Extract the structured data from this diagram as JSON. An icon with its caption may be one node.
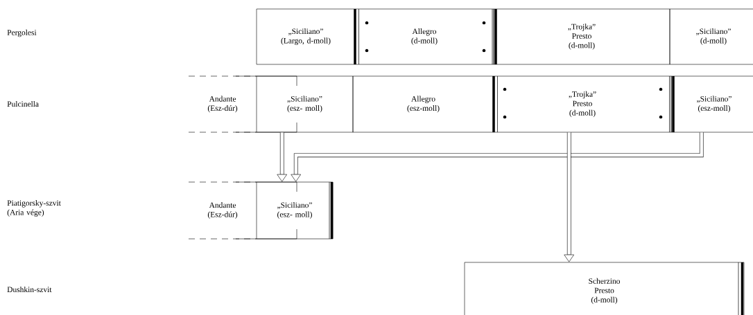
{
  "diagram": {
    "nodes": [
      {
        "text": [
          "„Siciliano” (Largo, d-moll)"
        ]
      },
      {
        "text": [
          "Allegro (d-moll)"
        ]
      },
      {
        "text": [
          "„Trojka” Presto (d-moll)"
        ]
      },
      {
        "text": [
          "„Siciliano” (d-moll)"
        ]
      },
      {
        "text": [
          "Andante (Esz-dúr)"
        ]
      },
      {
        "text": [
          "„Siciliano” (esz- moll)"
        ]
      },
      {
        "text": [
          "Allegro (esz-moll)"
        ]
      },
      {
        "text": [
          "„Trojka” Presto (d-moll)"
        ]
      },
      {
        "text": [
          "„Siciliano” (esz-moll)"
        ]
      },
      {
        "text": [
          "Andante (Esz-dúr)"
        ]
      },
      {
        "text": [
          "„Siciliano” (esz- moll)"
        ]
      },
      {
        "text": [
          "Scherzino Presto (d-moll)"
        ]
      }
    ],
    "edges": [
      {
        "from": 5,
        "to": 10,
        "arrow": "to"
      },
      {
        "from": 8,
        "to": 10,
        "arrow": "to"
      },
      {
        "from": 7,
        "to": 11,
        "arrow": "to"
      }
    ],
    "labels": [
      "Pergolesi",
      "Pulcinella",
      "Piatigorsky-szvit (Aria vége)",
      "Dushkin-szvit"
    ]
  }
}
